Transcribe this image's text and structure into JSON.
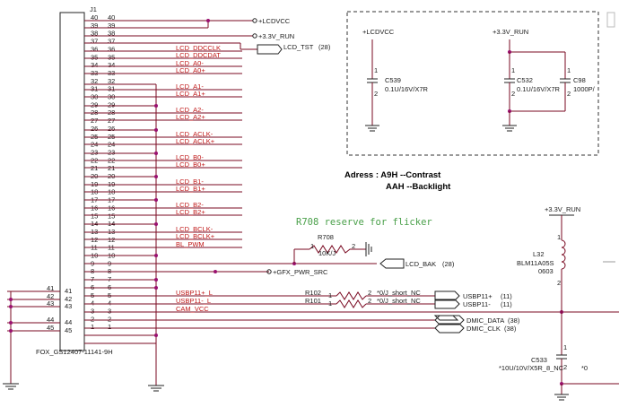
{
  "connector": {
    "ref": "J1",
    "part": "FOX_GS12407-11141-9H",
    "pins_left": [
      "40",
      "39",
      "38",
      "37",
      "36",
      "35",
      "34",
      "33",
      "32",
      "31",
      "30",
      "29",
      "28",
      "27",
      "26",
      "25",
      "24",
      "23",
      "22",
      "21",
      "20",
      "19",
      "18",
      "17",
      "16",
      "15",
      "14",
      "13",
      "12",
      "11",
      "10",
      "9",
      "8",
      "7",
      "6",
      "5",
      "4",
      "3",
      "2",
      "1"
    ],
    "pins_right": [
      "40",
      "39",
      "38",
      "37",
      "36",
      "35",
      "34",
      "33",
      "32",
      "31",
      "30",
      "29",
      "28",
      "27",
      "26",
      "25",
      "24",
      "23",
      "22",
      "21",
      "20",
      "19",
      "18",
      "17",
      "16",
      "15",
      "14",
      "13",
      "12",
      "11",
      "10",
      "9",
      "8",
      "7",
      "6",
      "5",
      "4",
      "3",
      "2",
      "1"
    ],
    "mount_pins_outer": [
      "41",
      "42",
      "43",
      "44",
      "45"
    ],
    "mount_pins_inner": [
      "41",
      "42",
      "43",
      "44",
      "45"
    ]
  },
  "nets": {
    "lcd": [
      "LCD_DDCCLK",
      "LCD_DDCDAT",
      "LCD_A0-",
      "LCD_A0+",
      "LCD_A1-",
      "LCD_A1+",
      "LCD_A2-",
      "LCD_A2+",
      "LCD_ACLK-",
      "LCD_ACLK+",
      "LCD_B0-",
      "LCD_B0+",
      "LCD_B1-",
      "LCD_B1+",
      "LCD_B2-",
      "LCD_B2+",
      "LCD_BCLK-",
      "LCD_BCLK+",
      "BL_PWM"
    ],
    "usb": [
      "USBP11+_L",
      "USBP11-_L",
      "CAM_VCC"
    ]
  },
  "power": {
    "lcdvcc": "+LCDVCC",
    "run33": "+3.3V_RUN",
    "lcd_tst": "LCD_TST",
    "lcd_tst_ref": "(28)",
    "gfx": "+GFX_PWR_SRC",
    "lcd_bak": "LCD_BAK",
    "lcd_bak_ref": "(28)"
  },
  "resistors": {
    "r708": "R708",
    "r708_val": "10K/J",
    "r708_p1": "1",
    "r708_p2": "2",
    "r102": "R102",
    "r101": "R101",
    "r_val": "*0/J_short_NC",
    "p1": "1",
    "p2": "2"
  },
  "outputs": {
    "usbp": "USBP11+",
    "usbp_ref": "(11)",
    "usbn": "USBP11-",
    "usbn_ref": "(11)",
    "dmic_data": "DMIC_DATA",
    "dmic_data_ref": "(38)",
    "dmic_clk": "DMIC_CLK",
    "dmic_clk_ref": "(38)"
  },
  "caps": {
    "c539": "C539",
    "c539_val": "0.1U/16V/X7R",
    "c532": "C532",
    "c532_val": "0.1U/16V/X7R",
    "c98": "C98",
    "c98_val": "1000P/",
    "c533": "C533",
    "c533_val": "*10U/10V/X5R_8_NC",
    "c533_extra": "*0"
  },
  "inductor": {
    "ref": "L32",
    "part": "BLM11A05S",
    "size": "0603",
    "p1": "1",
    "p2": "2"
  },
  "notes": {
    "address_line1": "Adress : A9H --Contrast",
    "address_line2": "AAH --Backlight",
    "reserve": "R708 reserve for flicker"
  },
  "colors": {
    "wire": "#7a0a22",
    "net_label": "#c01818",
    "note": "#4aa04a",
    "junction": "#9a1070"
  }
}
